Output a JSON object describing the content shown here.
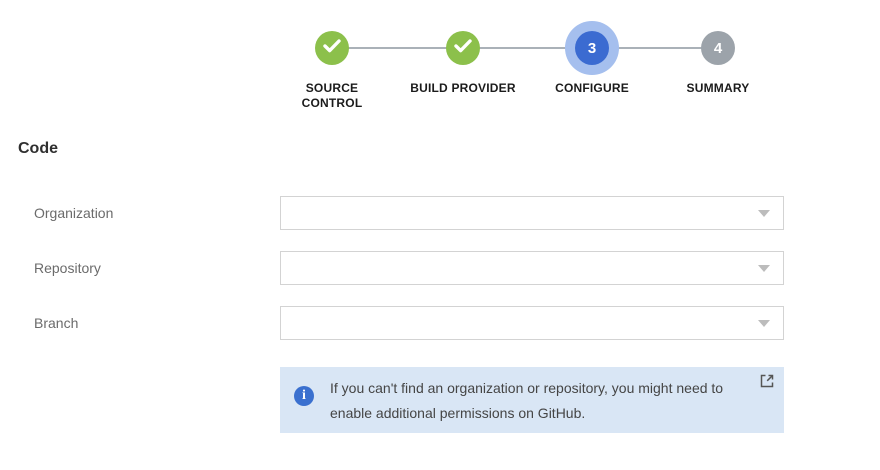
{
  "stepper": {
    "steps": [
      {
        "label": "SOURCE CONTROL",
        "state": "done",
        "icon": "check"
      },
      {
        "label": "BUILD PROVIDER",
        "state": "done",
        "icon": "check"
      },
      {
        "label": "CONFIGURE",
        "state": "current",
        "number": "3"
      },
      {
        "label": "SUMMARY",
        "state": "upcoming",
        "number": "4"
      }
    ],
    "colors": {
      "done": "#8cc04b",
      "current": "#3b6bd1",
      "current_halo": "#a5bfee",
      "upcoming": "#9ca3aa",
      "connector": "#aab1b8"
    }
  },
  "section": {
    "title": "Code"
  },
  "form": {
    "fields": [
      {
        "label": "Organization",
        "value": "",
        "type": "dropdown",
        "icon": "chevron-down-icon"
      },
      {
        "label": "Repository",
        "value": "",
        "type": "dropdown",
        "icon": "chevron-down-icon"
      },
      {
        "label": "Branch",
        "value": "",
        "type": "dropdown",
        "icon": "chevron-down-icon"
      }
    ]
  },
  "info_box": {
    "text": "If you can't find an organization or repository, you might need to enable additional permissions on GitHub.",
    "icon": "info-icon",
    "icon_glyph": "i",
    "action_icon": "external-link-icon",
    "background": "#d9e6f5",
    "icon_color": "#3a70cf"
  }
}
